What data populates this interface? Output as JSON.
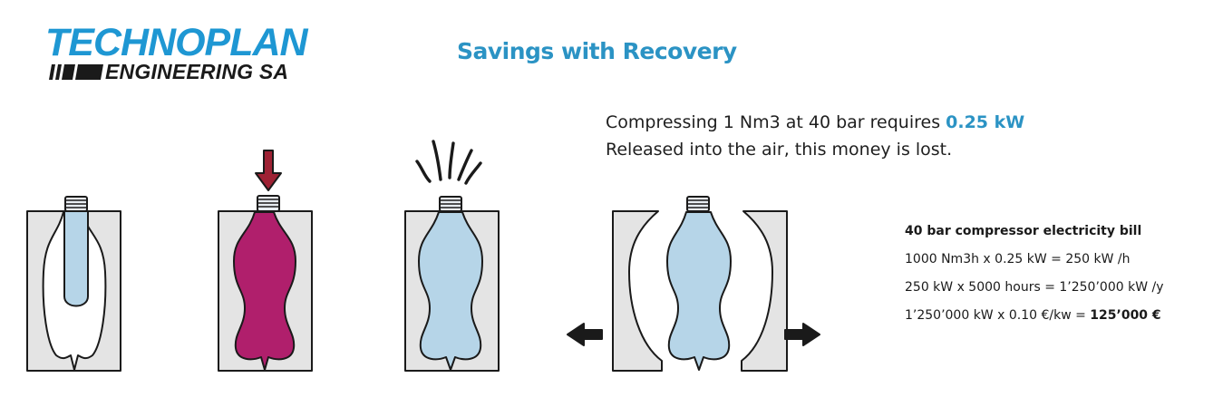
{
  "logo": {
    "company_line1": "TECHNOPLAN",
    "company_line2": "ENGINEERING SA",
    "colors": {
      "blue": "#1e97d3",
      "dark": "#1a1a1a"
    }
  },
  "title": "Savings with Recovery",
  "intro": {
    "line1_text": "Compressing 1 Nm3 at 40 bar requires ",
    "line1_value": "0.25 kW",
    "line2": "Released into the air, this money is lost."
  },
  "bill": {
    "heading": "40 bar compressor electricity bill",
    "line1": "1000 Nm3h x 0.25 kW = 250 kW /h",
    "line2": "250 kW x 5000 hours = 1’250’000 kW /y",
    "line3_text": "1’250’000 kW x 0.10 €/kw = ",
    "line3_total": "125’000 €"
  },
  "steps": [
    {
      "id": "preform-in-mold",
      "icon": "preform-icon"
    },
    {
      "id": "blowing-air-in",
      "icon": "down-arrow-icon"
    },
    {
      "id": "air-release",
      "icon": "air-burst-icon"
    },
    {
      "id": "mold-opening",
      "icon": "left-right-arrows-icon"
    }
  ],
  "colors": {
    "accent": "#2b93c4",
    "mold_grey": "#e4e4e4",
    "bottle_blue": "#b6d5e8",
    "bottle_magenta": "#b01f6c",
    "arrow_red": "#9e2234",
    "outline": "#1a1a1a"
  }
}
